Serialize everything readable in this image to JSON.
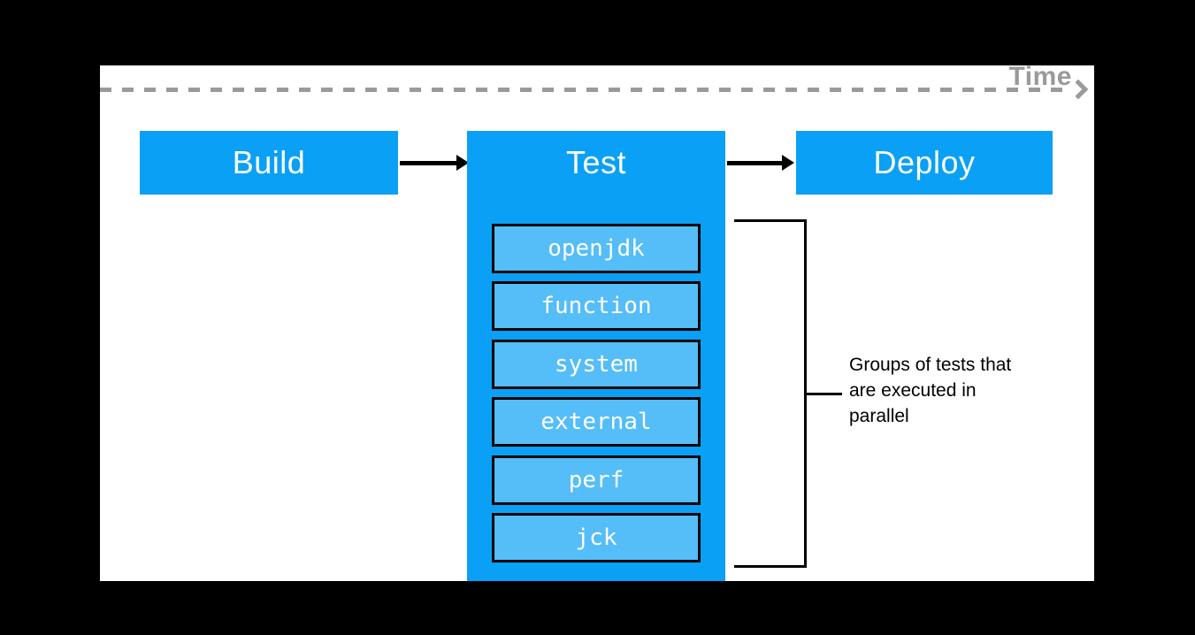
{
  "timeline": {
    "label": "Time"
  },
  "pipeline": {
    "stages": [
      {
        "id": "build",
        "label": "Build"
      },
      {
        "id": "test",
        "label": "Test",
        "groups": [
          "openjdk",
          "function",
          "system",
          "external",
          "perf",
          "jck"
        ]
      },
      {
        "id": "deploy",
        "label": "Deploy"
      }
    ]
  },
  "annotation": {
    "lines": [
      "Groups of tests that",
      "are executed in",
      "parallel"
    ]
  },
  "icons": {
    "time_arrow": "right-arrowhead",
    "flow_arrow": "right-arrow"
  },
  "colors": {
    "stage_blue": "#0aa0f5",
    "group_blue": "#55bdf8",
    "group_border": "#000000",
    "time_gray": "#9a9a9a",
    "arrow_black": "#000000",
    "canvas_white": "#ffffff",
    "page_black": "#000000"
  }
}
